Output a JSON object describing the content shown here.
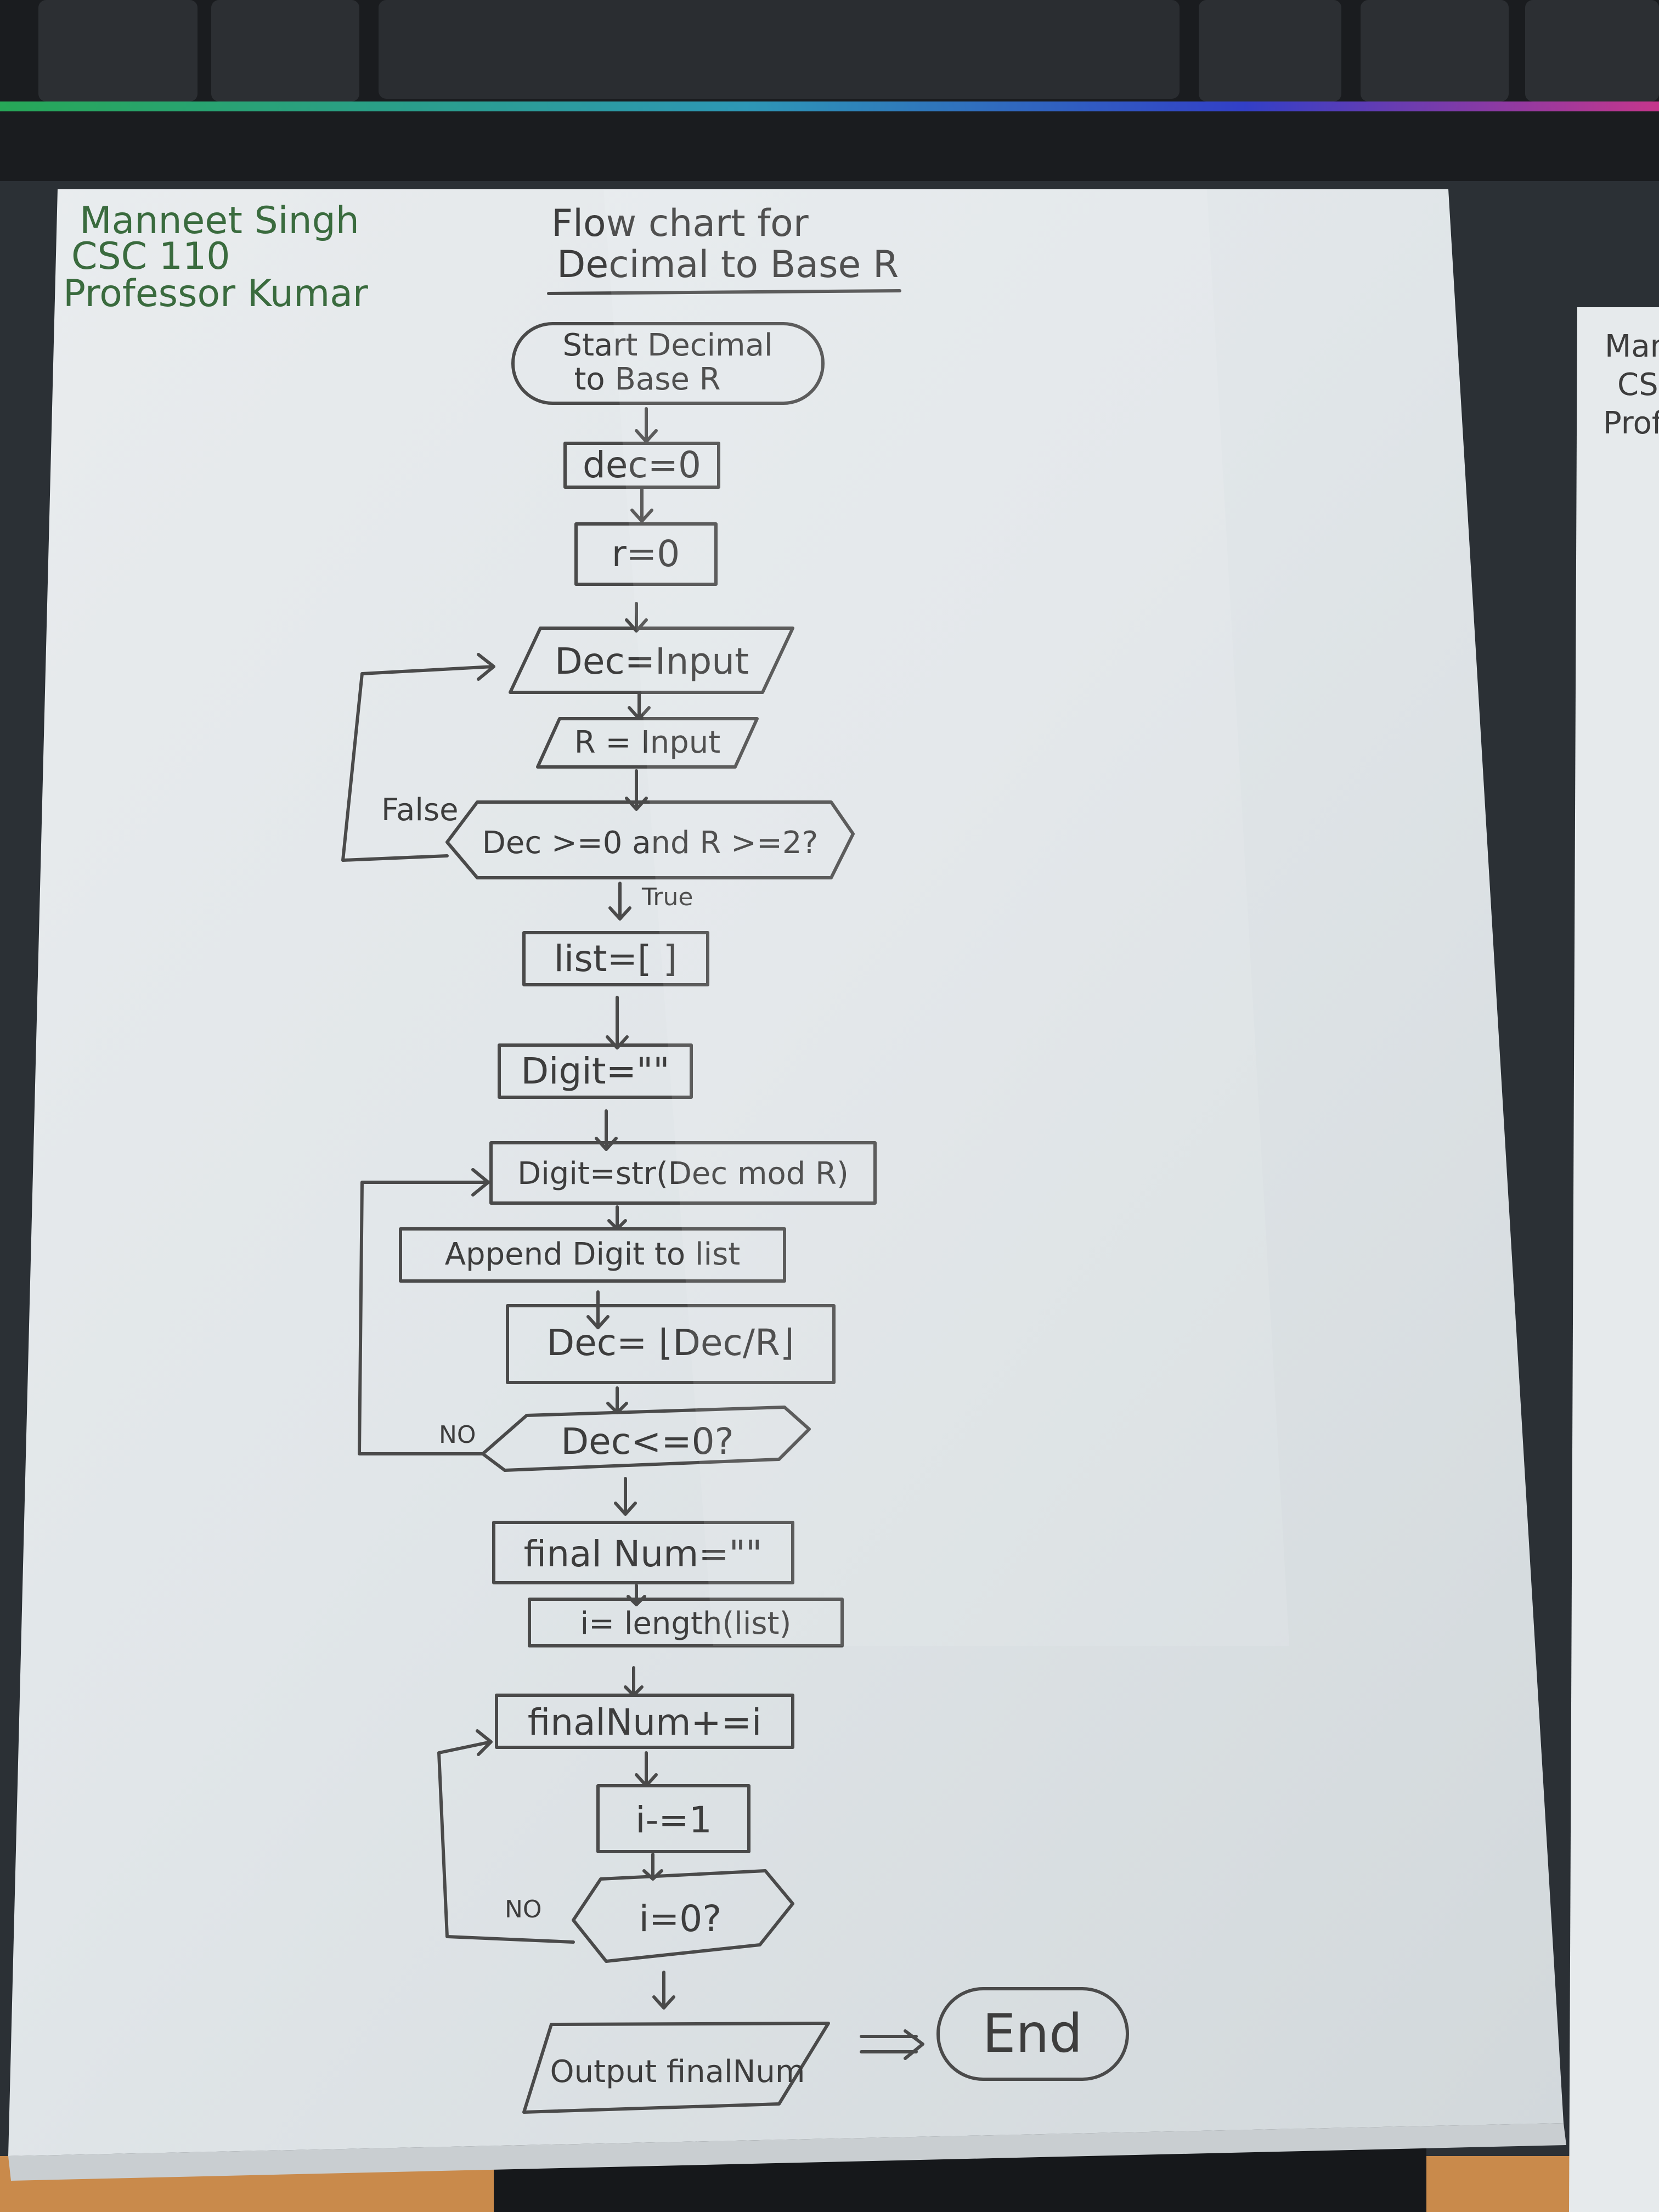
{
  "header": {
    "name": "Manneet Singh",
    "course": "CSC 110",
    "professor": "Professor Kumar",
    "title_line1": "Flow chart for",
    "title_line2": "Decimal to Base R"
  },
  "flowchart": {
    "start_line1": "Start Decimal",
    "start_line2": "to Base R",
    "dec_init": "dec=0",
    "r_init": "r=0",
    "dec_input": "Dec=Input",
    "r_input": "R = Input",
    "validate": "Dec >=0 and R >=2?",
    "false_label": "False",
    "true_label": "True",
    "list_init": "list=[ ]",
    "digit_init": "Digit=\"\"",
    "digit_calc": "Digit=str(Dec mod R)",
    "append": "Append Digit to list",
    "dec_update": "Dec= ⌊Dec/R⌋",
    "dec_check": "Dec<=0?",
    "no_label_1": "NO",
    "finalnum_init": "final Num=\"\"",
    "i_init": "i= length(list)",
    "finalnum_add": "finalNum+=i",
    "i_dec": "i-=1",
    "i_check": "i=0?",
    "no_label_2": "NO",
    "output": "Output finalNum",
    "end": "End"
  },
  "side_sheet": {
    "fragment_1": "Man",
    "fragment_2": "CS",
    "fragment_3": "Prof"
  },
  "colors": {
    "paper": "#e3e7ea",
    "ink": "#3d3d3d",
    "name_ink": "#3a6b3e",
    "keyboard": "#1b1d20",
    "table": "#c98a4b"
  }
}
